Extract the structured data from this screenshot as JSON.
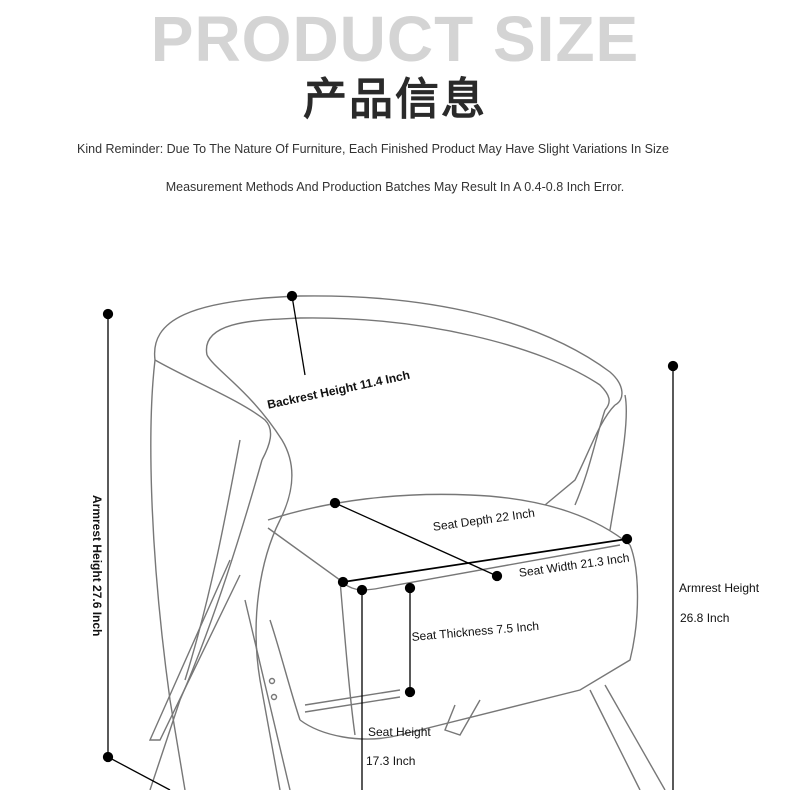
{
  "header": {
    "title_en": "PRODUCT SIZE",
    "title_cn": "产品信息",
    "reminder_line1": "Kind Reminder: Due To The Nature Of Furniture, Each Finished Product May Have Slight Variations In Size",
    "reminder_line2": "Measurement Methods And Production Batches May Result In A 0.4-0.8 Inch Error."
  },
  "dimensions": {
    "backrest_height": "Backrest Height 11.4 Inch",
    "total_armrest_height": "Armrest Height 27.6 Inch",
    "seat_depth": "Seat Depth 22 Inch",
    "seat_width": "Seat Width 21.3 Inch",
    "seat_thickness": "Seat Thickness 7.5 Inch",
    "seat_height_label": "Seat Height",
    "seat_height_value": "17.3 Inch",
    "armrest_height_label": "Armrest Height",
    "armrest_height_value": "26.8 Inch"
  }
}
